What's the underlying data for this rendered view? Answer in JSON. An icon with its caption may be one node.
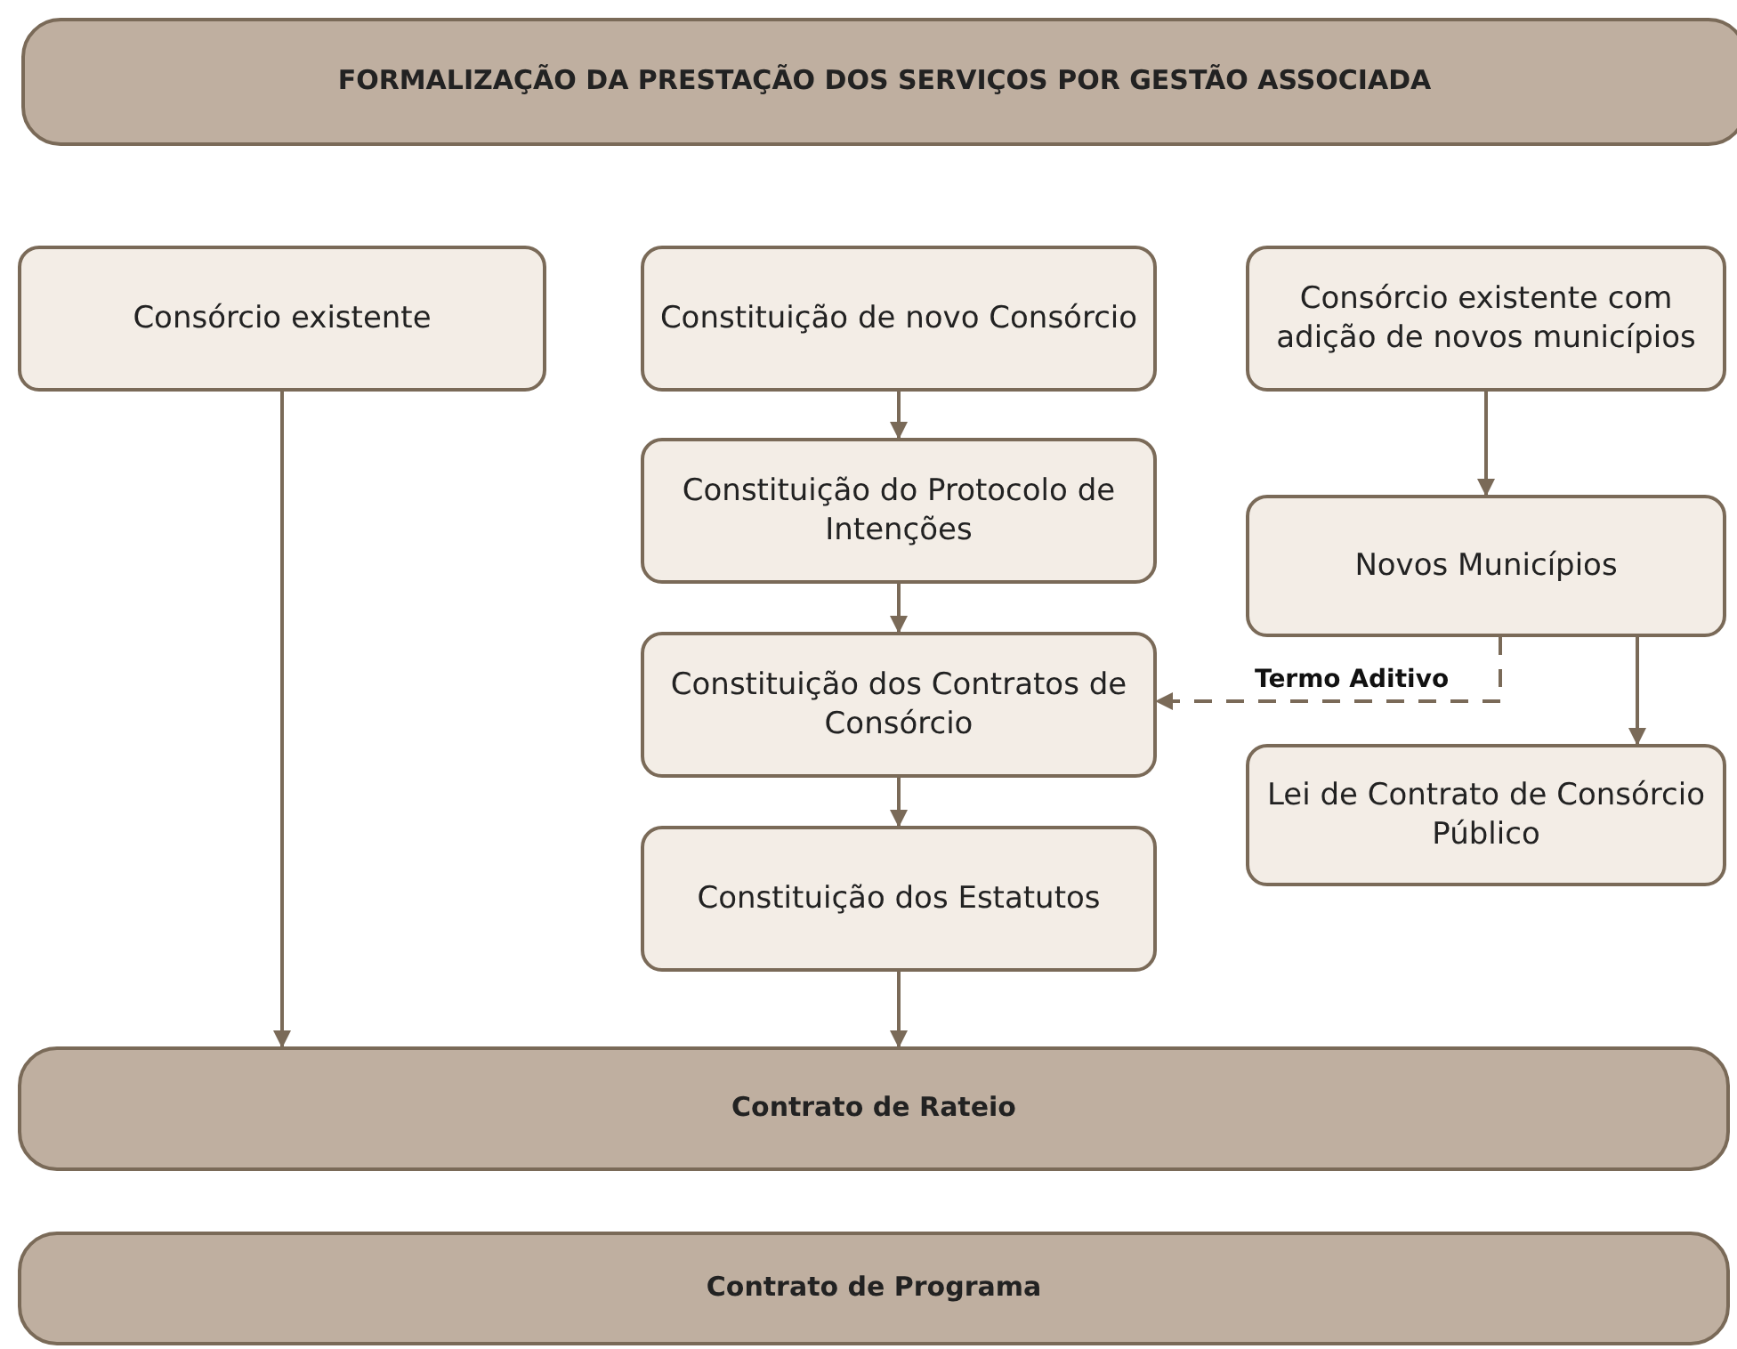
{
  "diagram": {
    "nodes": [
      {
        "text": [
          "FORMALIZAÇÃO DA PRESTAÇÃO DOS SERVIÇOS POR GESTÃO ASSOCIADA"
        ]
      },
      {
        "text": [
          "Consórcio existente"
        ]
      },
      {
        "text": [
          "Constituição de novo Consórcio"
        ]
      },
      {
        "text": [
          "Constituição do Protocolo de Intenções"
        ]
      },
      {
        "text": [
          "Constituição dos Contratos de Consórcio"
        ]
      },
      {
        "text": [
          "Constituição dos Estatutos"
        ]
      },
      {
        "text": [
          "Consórcio existente com adição de novos municípios"
        ]
      },
      {
        "text": [
          "Novos Municípios"
        ]
      },
      {
        "text": [
          "Lei de Contrato de Consórcio Público"
        ]
      },
      {
        "text": [
          "Contrato de Rateio"
        ]
      },
      {
        "text": [
          "Contrato de Programa"
        ]
      }
    ],
    "edges": [
      {
        "from": 1,
        "to": 9,
        "arrow": "to"
      },
      {
        "from": 2,
        "to": 3,
        "arrow": "to"
      },
      {
        "from": 3,
        "to": 4,
        "arrow": "to"
      },
      {
        "from": 4,
        "to": 5,
        "arrow": "to"
      },
      {
        "from": 5,
        "to": 9,
        "arrow": "to"
      },
      {
        "from": 6,
        "to": 7,
        "arrow": "to"
      },
      {
        "from": 7,
        "to": 8,
        "arrow": "to"
      },
      {
        "from": 7,
        "to": 4,
        "arrow": "to",
        "style": "dashed",
        "label": "Termo Aditivo"
      }
    ]
  }
}
